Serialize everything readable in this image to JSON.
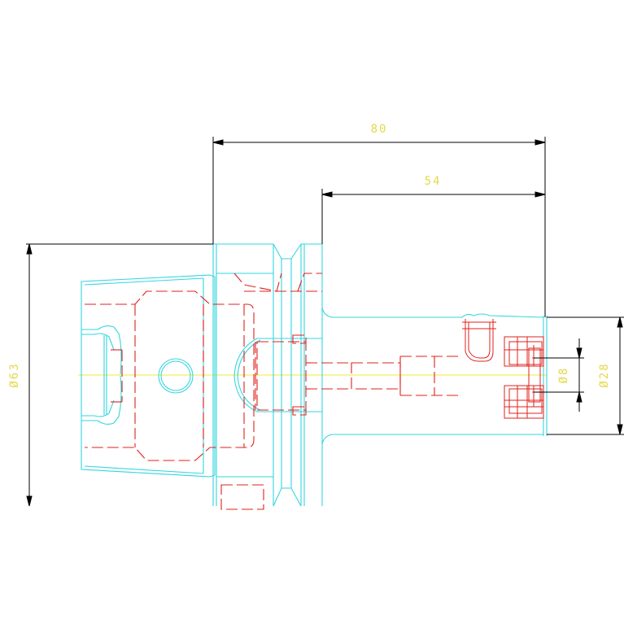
{
  "drawing": {
    "colors": {
      "outline": "#33d6e0",
      "hidden": "#e0201c",
      "centerline": "#f2ea30",
      "dimension_line": "#000000",
      "dimension_text": "#e6d84a",
      "background": "#ffffff"
    },
    "dimensions": {
      "overall_length": "80",
      "shank_length": "54",
      "flange_diameter": "Ø63",
      "shank_diameter": "Ø28",
      "bore_diameter": "Ø8"
    }
  }
}
